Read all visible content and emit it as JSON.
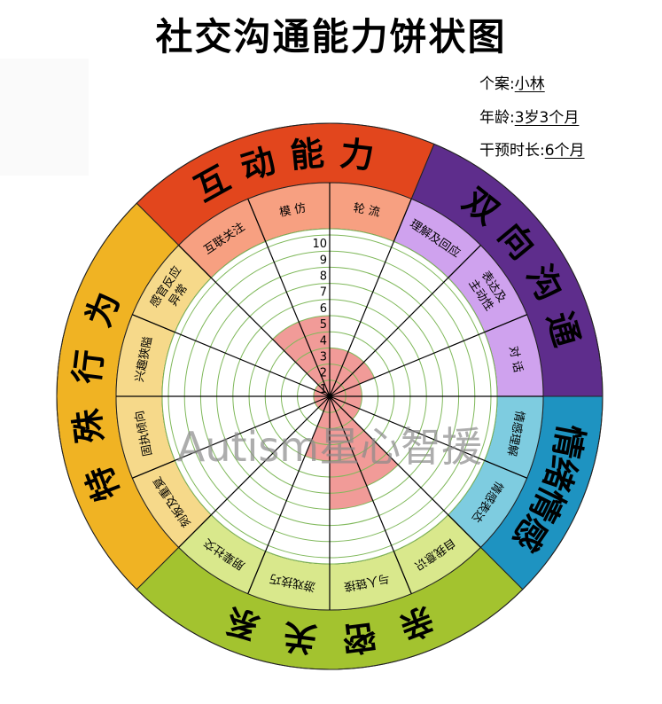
{
  "header": {
    "title": "社交沟通能力饼状图",
    "case_label": "个案:",
    "case_value": "小林",
    "age_label": "年龄:",
    "age_value": "3岁3个月",
    "duration_label": "干预时长:",
    "duration_value": "6个月"
  },
  "watermark": "Autism星心智援",
  "colors": {
    "fill": "#F19B98",
    "grid": "#7FB85A"
  },
  "chart_data": {
    "type": "polar-area",
    "title": "社交沟通能力饼状图",
    "rlim": [
      0,
      10
    ],
    "r_ticks": [
      "1",
      "2",
      "3",
      "4",
      "5",
      "6",
      "7",
      "8",
      "9",
      "10"
    ],
    "categories": [
      {
        "name": "互动能力",
        "color": "#E2461D",
        "sub_color": "#F7A081"
      },
      {
        "name": "双向沟通",
        "color": "#5E2D8C",
        "sub_color": "#CFA2EE"
      },
      {
        "name": "情绪情感",
        "color": "#1E93C1",
        "sub_color": "#7ECCE0"
      },
      {
        "name": "亲密关系",
        "color": "#A3C32F",
        "sub_color": "#D9E88C"
      },
      {
        "name": "特殊行为",
        "color": "#F0B323",
        "sub_color": "#F6D98A"
      }
    ],
    "items": [
      {
        "lines": [
          "轮 流"
        ],
        "category": 0,
        "value": 3
      },
      {
        "lines": [
          "理解及回应"
        ],
        "category": 1,
        "value": 3
      },
      {
        "lines": [
          "表达及",
          "主动性"
        ],
        "category": 1,
        "value": 3
      },
      {
        "lines": [
          "对 话"
        ],
        "category": 1,
        "value": 2
      },
      {
        "lines": [
          "情感理解"
        ],
        "category": 2,
        "value": 2
      },
      {
        "lines": [
          "情感表达"
        ],
        "category": 2,
        "value": 2
      },
      {
        "lines": [
          "自我意识"
        ],
        "category": 3,
        "value": 6
      },
      {
        "lines": [
          "与人链接"
        ],
        "category": 3,
        "value": 7
      },
      {
        "lines": [
          "游戏技巧"
        ],
        "category": 3,
        "value": 4
      },
      {
        "lines": [
          "朋辈社交"
        ],
        "category": 3,
        "value": 1
      },
      {
        "lines": [
          "刻板及重复"
        ],
        "category": 4,
        "value": 1
      },
      {
        "lines": [
          "固执倾向"
        ],
        "category": 4,
        "value": 1
      },
      {
        "lines": [
          "兴趣狭隘"
        ],
        "category": 4,
        "value": 1
      },
      {
        "lines": [
          "感官反应",
          "异常"
        ],
        "category": 4,
        "value": 1
      },
      {
        "lines": [
          "互联关注"
        ],
        "category": 0,
        "value": 5
      },
      {
        "lines": [
          "模 仿"
        ],
        "category": 0,
        "value": 5
      }
    ]
  }
}
